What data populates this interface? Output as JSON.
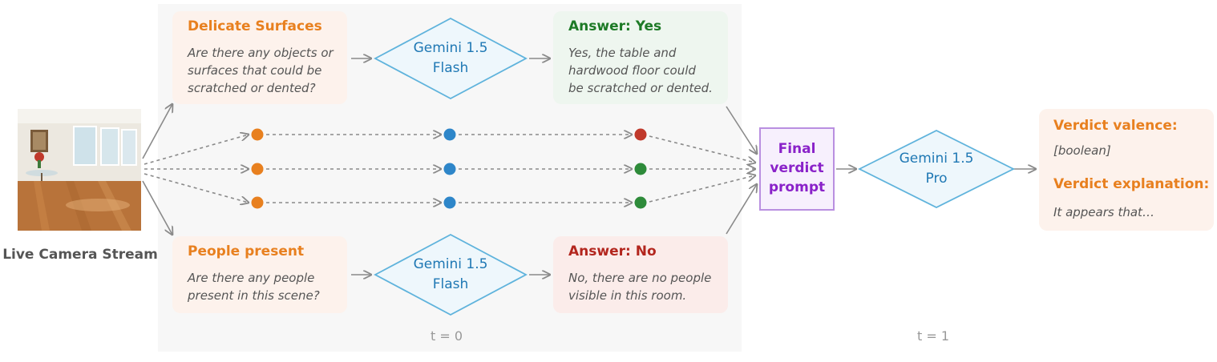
{
  "camera": {
    "label": "Live Camera Stream"
  },
  "questions": [
    {
      "title": "Delicate Surfaces",
      "text": "Are there any objects or\nsurfaces that could be\nscratched or dented?"
    },
    {
      "title": "People present",
      "text": "Are there any people\npresent in this scene?"
    }
  ],
  "models": {
    "flash": "Gemini 1.5\nFlash",
    "pro": "Gemini 1.5\nPro"
  },
  "answers": [
    {
      "title": "Answer: Yes",
      "text": "Yes, the table and\nhardwood floor could\nbe scratched or dented."
    },
    {
      "title": "Answer: No",
      "text": "No, there are no people\nvisible in this room."
    }
  ],
  "final_prompt": "Final\nverdict\nprompt",
  "verdict": {
    "valence_title": "Verdict valence:",
    "valence_value": "[boolean]",
    "explanation_title": "Verdict explanation:",
    "explanation_value": "It appears that…"
  },
  "time_labels": {
    "t0": "t = 0",
    "t1": "t = 1"
  },
  "colors": {
    "orange": "#e8801f",
    "blue": "#2e86c9",
    "red": "#c0392b",
    "green": "#2e8b3a",
    "purple": "#8a22c9",
    "diamond_stroke": "#5fb3dc",
    "diamond_fill": "#eef7fc",
    "arrow": "#8a8a8a"
  },
  "dot_rows": [
    {
      "input": "orange",
      "model": "blue",
      "answer": "red"
    },
    {
      "input": "orange",
      "model": "blue",
      "answer": "green"
    },
    {
      "input": "orange",
      "model": "blue",
      "answer": "green"
    }
  ]
}
